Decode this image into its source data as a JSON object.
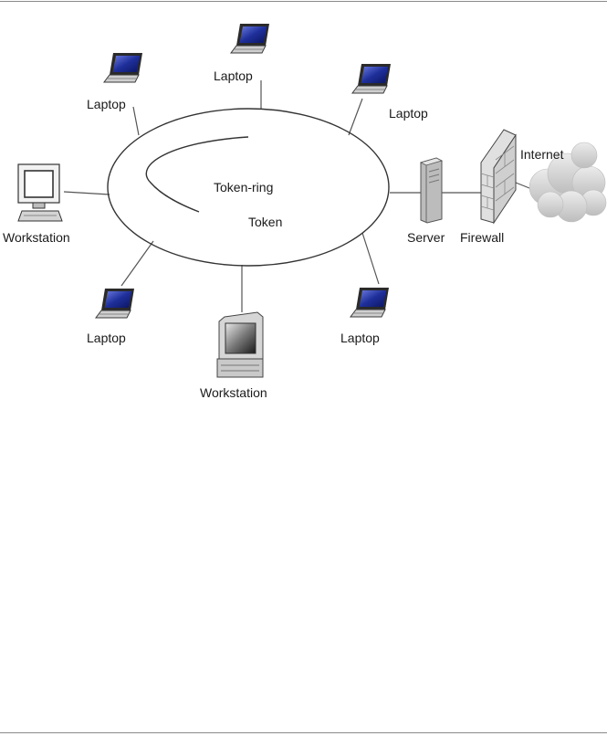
{
  "diagram": {
    "ring": {
      "title": "Token-ring",
      "token_label": "Token"
    },
    "nodes": {
      "laptop_top_left": "Laptop",
      "laptop_top": "Laptop",
      "laptop_top_right": "Laptop",
      "workstation_left": "Workstation",
      "laptop_bottom_left": "Laptop",
      "workstation_bottom": "Workstation",
      "laptop_bottom_right": "Laptop",
      "server": "Server",
      "firewall": "Firewall",
      "internet": "Internet"
    },
    "colors": {
      "laptop_screen": "#1f2f9a",
      "line": "#555555",
      "cloud": "#d6d6d6",
      "device_body": "#c9c9c9"
    }
  }
}
